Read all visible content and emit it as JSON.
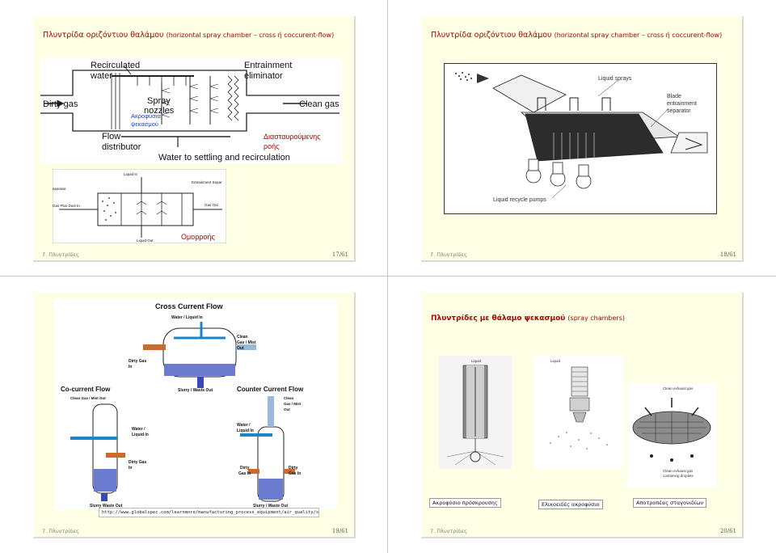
{
  "slide17": {
    "title_gr": "Πλυντρίδα  οριζόντιου θαλάμου",
    "title_en": "(horizontal spray chamber – cross ή coccurent-flow)",
    "fig": {
      "recirculated": "Recirculated",
      "water": "water",
      "entrainment": "Entrainment",
      "eliminator": "eliminator",
      "dirty_gas": "Dirty gas",
      "spray": "Spray",
      "nozzles": "nozzles",
      "clean_gas": "Clean gas",
      "flow": "Flow",
      "distributor": "distributor",
      "water_to_settling": "Water to settling and recirculation"
    },
    "blue_label_1": "Ακροφύσια",
    "blue_label_2": "ψεκασμού",
    "red_label_1": "Διασταυρούμενης",
    "red_label_2": "ροής",
    "fig2": {
      "liquid_in": "Liquid In",
      "separator": "eparator",
      "entrainment_separ": "Entrainment Separ",
      "gas_plus_dust": "Gas Plus Dust In",
      "gas_out": "Gas Out",
      "liquid_out": "Liquid Out"
    },
    "red_label_3": "Ομορροής",
    "footer_left": "7. Πλυντρίδες",
    "page": "17/61"
  },
  "slide18": {
    "title_gr": "Πλυντρίδα  οριζόντιου θαλάμου",
    "title_en": "(horizontal spray chamber – cross ή coccurent-flow)",
    "fig": {
      "liquid_sprays": "Liquid sprays",
      "blade_1": "Blade",
      "blade_2": "entrainment",
      "blade_3": "separator",
      "pumps": "Liquid recycle pumps"
    },
    "footer_left": "7. Πλυντρίδες",
    "page": "18/61"
  },
  "slide19": {
    "cross_title": "Cross Current Flow",
    "water_liquid_in": "Water / Liquid In",
    "dirty_gas_in_1": "Dirty Gas",
    "dirty_gas_in_2": "In",
    "clean_gas_mist_1": "Clean",
    "clean_gas_mist_2": "Gas / Mist",
    "clean_gas_mist_3": "Out",
    "slurry_waste_out": "Slurry / Waste Out",
    "cocurrent_title": "Co-current Flow",
    "clean_gas_mist_out": "Clean Gas / Mist Out",
    "water_1": "Water /",
    "water_2": "Liquid In",
    "dirty_1": "Dirty Gas",
    "dirty_2": "In",
    "slurry_waste": "Slurry Waste Out",
    "counter_title": "Counter Current Flow",
    "c_clean_1": "Clean",
    "c_clean_2": "Gas / Mist",
    "c_clean_3": "Out",
    "c_water_1": "Water /",
    "c_water_2": "Liquid In",
    "c_dirty_l1": "Dirty",
    "c_dirty_l2": "Gas In",
    "c_dirty_r1": "Dirty",
    "c_dirty_r2": "Gas In",
    "c_slurry": "Slurry / Waste Out",
    "url": "http://www.globalspec.com/learnmore/manufacturing_process_equipment/air_quality/scrubbers",
    "footer_left": "7. Πλυντρίδες",
    "page": "19/61"
  },
  "slide20": {
    "title_gr": "Πλυντρίδες με θάλαμο ψεκασμού",
    "title_en": "(spray chambers)",
    "liquid_1": "Liquid",
    "liquid_2": "Liquid",
    "clean_exhaust": "Clean exhaust gas",
    "exhaust_droplets_1": "Clean exhaust gas",
    "exhaust_droplets_2": "containing droplets",
    "caption_1": "Ακροφύσιο πρόσκρουσης",
    "caption_2": "Ελικοειδές ακροφύσιο",
    "caption_3": "Αποτροπέας σταγονιδίων",
    "footer_left": "7. Πλυντρίδες",
    "page": "20/61"
  }
}
